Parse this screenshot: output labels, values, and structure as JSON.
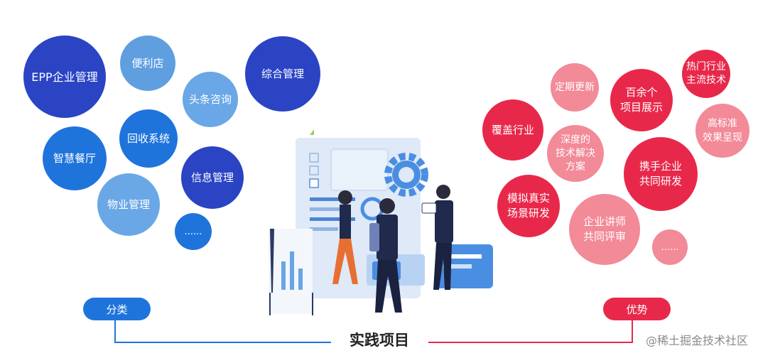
{
  "left_bubbles": [
    {
      "label": "EPP企业管理",
      "color": "#2a44c4"
    },
    {
      "label": "便利店",
      "color": "#5f9fe0"
    },
    {
      "label": "头条咨询",
      "color": "#6aa7e6"
    },
    {
      "label": "综合管理",
      "color": "#2a44c4"
    },
    {
      "label": "回收系统",
      "color": "#1f74dc"
    },
    {
      "label": "智慧餐厅",
      "color": "#1f74dc"
    },
    {
      "label": "信息管理",
      "color": "#2a44c4"
    },
    {
      "label": "物业管理",
      "color": "#6aa7e6"
    },
    {
      "label": "......",
      "color": "#1f74dc"
    }
  ],
  "right_bubbles": [
    {
      "label": "定期更新",
      "color": "#f28a98"
    },
    {
      "label": "百余个\n项目展示",
      "color": "#e8284a"
    },
    {
      "label": "热门行业\n主流技术",
      "color": "#e8284a"
    },
    {
      "label": "覆盖行业",
      "color": "#e8284a"
    },
    {
      "label": "深度的\n技术解决\n方案",
      "color": "#f28a98"
    },
    {
      "label": "高标准\n效果呈现",
      "color": "#f28a98"
    },
    {
      "label": "携手企业\n共同研发",
      "color": "#e8284a"
    },
    {
      "label": "模拟真实\n场景研发",
      "color": "#e8284a"
    },
    {
      "label": "企业讲师\n共同评审",
      "color": "#f28a98"
    },
    {
      "label": "......",
      "color": "#f28a98"
    }
  ],
  "left_tag": {
    "label": "分类",
    "color": "#1f74dc"
  },
  "right_tag": {
    "label": "优势",
    "color": "#e8284a"
  },
  "center_title": "实践项目",
  "watermark": "@稀土掘金技术社区"
}
